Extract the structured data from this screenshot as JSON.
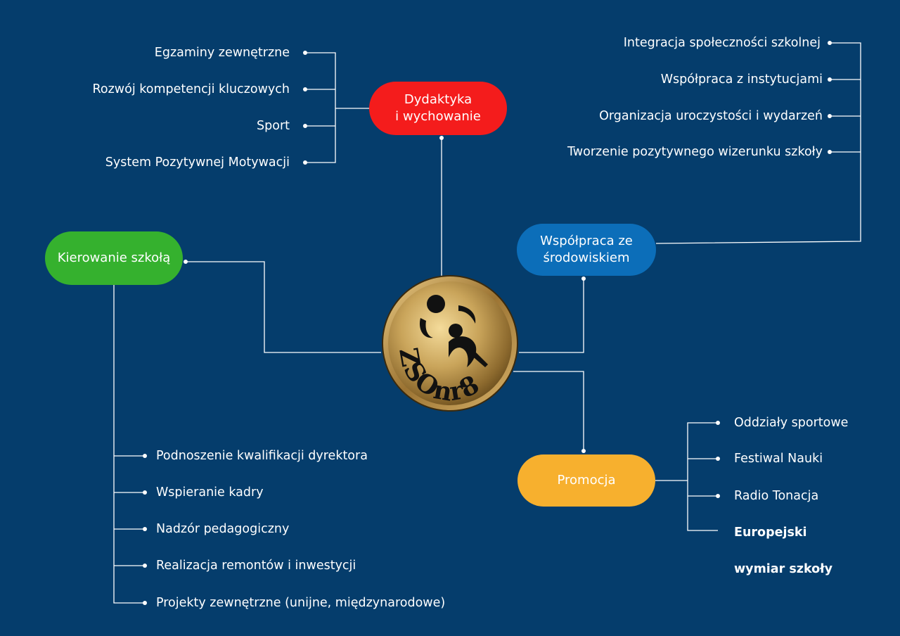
{
  "center": {
    "logo_text": "ZSOnr8"
  },
  "dydaktyka": {
    "label_line1": "Dydaktyka",
    "label_line2": "i wychowanie",
    "color": "#F41C1C",
    "items": [
      "Egzaminy zewnętrzne",
      "Rozwój kompetencji kluczowych",
      "Sport",
      "System Pozytywnej Motywacji"
    ]
  },
  "wspolpraca": {
    "label_line1": "Współpraca ze",
    "label_line2": "środowiskiem",
    "color": "#0C6EB9",
    "items": [
      "Integracja społeczności szkolnej",
      "Współpraca z instytucjami",
      "Organizacja uroczystości i wydarzeń",
      "Tworzenie pozytywnego wizerunku szkoły"
    ]
  },
  "kierowanie": {
    "label": "Kierowanie szkołą",
    "color": "#35B12E",
    "items": [
      "Podnoszenie kwalifikacji dyrektora",
      "Wspieranie kadry",
      "Nadzór pedagogiczny",
      "Realizacja remontów i inwestycji",
      "Projekty zewnętrzne (unijne, międzynarodowe)"
    ]
  },
  "promocja": {
    "label": "Promocja",
    "color": "#F7B02E",
    "items": [
      "Oddziały sportowe",
      "Festiwal Nauki",
      "Radio Tonacja",
      "Europejski",
      "wymiar szkoły"
    ]
  },
  "colors": {
    "background": "#053D6C",
    "lines": "#ffffff"
  }
}
